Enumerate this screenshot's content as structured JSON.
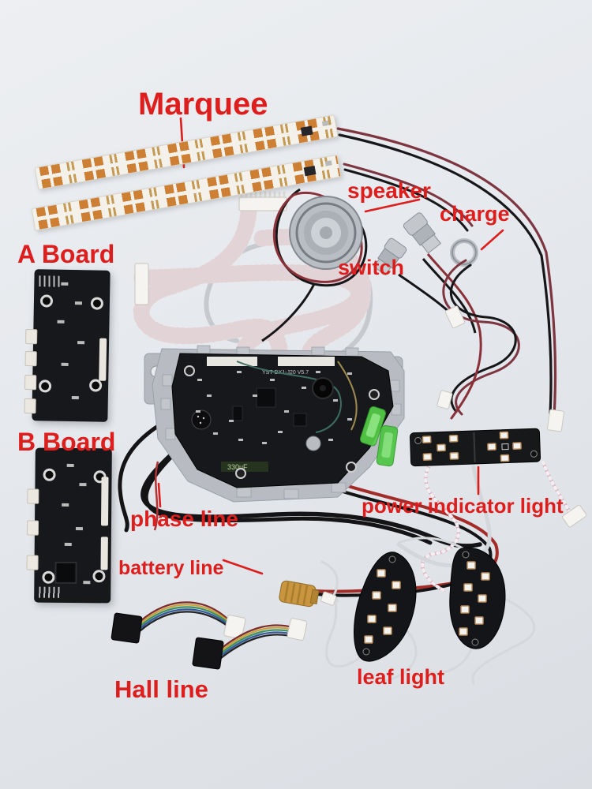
{
  "labels": {
    "marquee": "Marquee",
    "a_board": "A Board",
    "b_board": "B Board",
    "speaker": "speaker",
    "charge": "charge",
    "switch": "switch",
    "phase_line": "phase line",
    "battery_line": "battery line",
    "power_indicator_light": "power indicator light",
    "hall_line": "Hall line",
    "leaf_light": "leaf light"
  },
  "silkscreen": {
    "main_board_model": "YST-DX1-J20 V5.7",
    "capacitor": "330uF"
  },
  "colors": {
    "label_red": "#de1d1d",
    "pcb_black": "#17181b",
    "led_amber": "#cd8034",
    "bracket_silver": "#b8bcc2",
    "wire_dark_red": "#7d3540",
    "green_connector": "#52cd47",
    "battery_gold": "#c9963f"
  }
}
